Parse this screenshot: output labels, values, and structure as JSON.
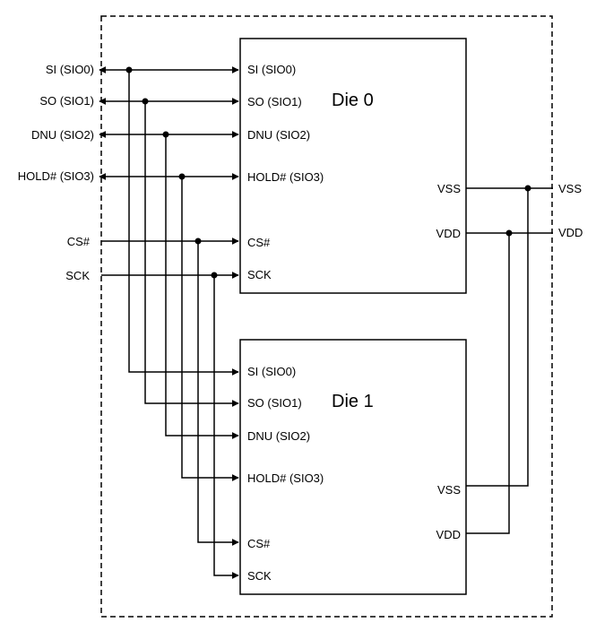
{
  "external_pins": {
    "si": "SI (SIO0)",
    "so": "SO (SIO1)",
    "dnu": "DNU (SIO2)",
    "hold": "HOLD# (SIO3)",
    "cs": "CS#",
    "sck": "SCK",
    "vss": "VSS",
    "vdd": "VDD"
  },
  "die0": {
    "title": "Die 0",
    "pins": {
      "si": "SI (SIO0)",
      "so": "SO (SIO1)",
      "dnu": "DNU (SIO2)",
      "hold": "HOLD# (SIO3)",
      "cs": "CS#",
      "sck": "SCK",
      "vss": "VSS",
      "vdd": "VDD"
    }
  },
  "die1": {
    "title": "Die 1",
    "pins": {
      "si": "SI (SIO0)",
      "so": "SO (SIO1)",
      "dnu": "DNU (SIO2)",
      "hold": "HOLD# (SIO3)",
      "cs": "CS#",
      "sck": "SCK",
      "vss": "VSS",
      "vdd": "VDD"
    }
  }
}
